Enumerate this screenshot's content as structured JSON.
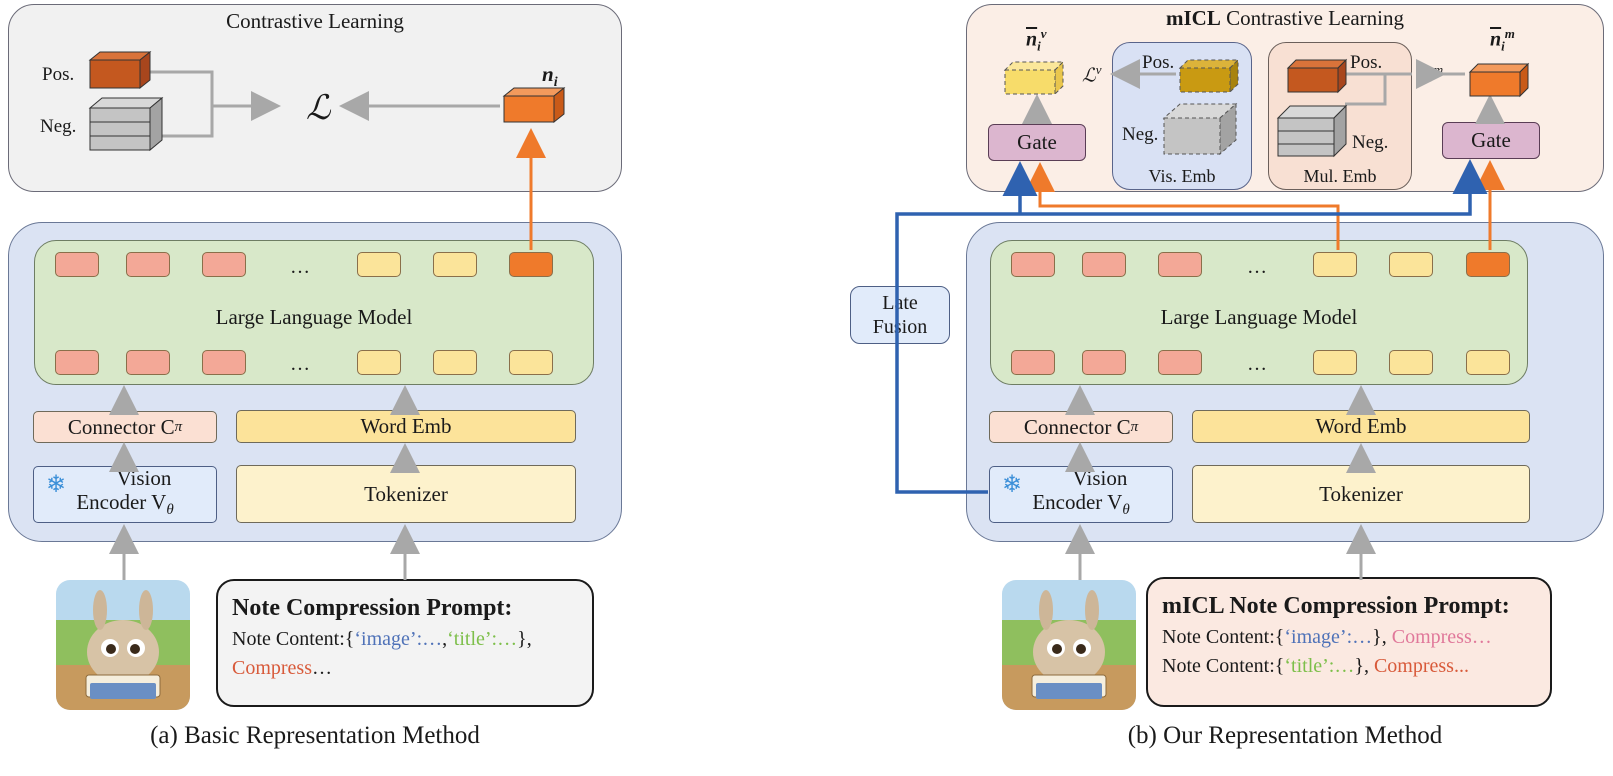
{
  "left": {
    "top_title": "Contrastive Learning",
    "pos_label": "Pos.",
    "neg_label": "Neg.",
    "loss_symbol": "ℒ",
    "ni_label": "n",
    "ni_sub": "i",
    "llm_label": "Large Language Model",
    "dots": "…",
    "connector_label": "Connector C",
    "connector_sub": "π",
    "wordemb_label": "Word Emb",
    "vision_line1": "Vision",
    "vision_line2": "Encoder V",
    "vision_sub": "θ",
    "tokenizer_label": "Tokenizer",
    "prompt_title": "Note Compression Prompt:",
    "prompt_line1_a": "Note Content:{",
    "prompt_line1_b": "‘image’:…",
    "prompt_line1_c": ",",
    "prompt_line1_d": "‘title’:…",
    "prompt_line1_e": "},",
    "prompt_line2_a": "Compress",
    "prompt_line2_b": "…",
    "caption": "(a) Basic Representation Method"
  },
  "right": {
    "top_title_bold": "mICL",
    "top_title_rest": " Contrastive Learning",
    "niv_label": "n",
    "niv_sub": "i",
    "niv_sup": "v",
    "nim_label": "n",
    "nim_sub": "i",
    "nim_sup": "m",
    "loss_v": "ℒ",
    "loss_v_sup": "v",
    "loss_m": "ℒ",
    "loss_m_sup": "m",
    "gate_label": "Gate",
    "pos_label": "Pos.",
    "neg_label": "Neg.",
    "vis_emb_label": "Vis. Emb",
    "mul_emb_label": "Mul. Emb",
    "late_fusion_1": "Late",
    "late_fusion_2": "Fusion",
    "llm_label": "Large Language Model",
    "dots": "…",
    "connector_label": "Connector C",
    "connector_sub": "π",
    "wordemb_label": "Word Emb",
    "vision_line1": "Vision",
    "vision_line2": "Encoder V",
    "vision_sub": "θ",
    "tokenizer_label": "Tokenizer",
    "prompt_title": "mICL Note Compression Prompt:",
    "p1_a": "Note Content:{",
    "p1_b": "‘image’:…",
    "p1_c": "}, ",
    "p1_d": "Compress…",
    "p2_a": "Note Content:{",
    "p2_b": "‘title’:…",
    "p2_c": "}, ",
    "p2_d": "Compress...",
    "caption": "(b) Our Representation Method"
  },
  "colors": {
    "orange_arrow": "#ef7a2b",
    "blue_arrow": "#2f62b0",
    "gray_arrow": "#a8a8a8"
  }
}
